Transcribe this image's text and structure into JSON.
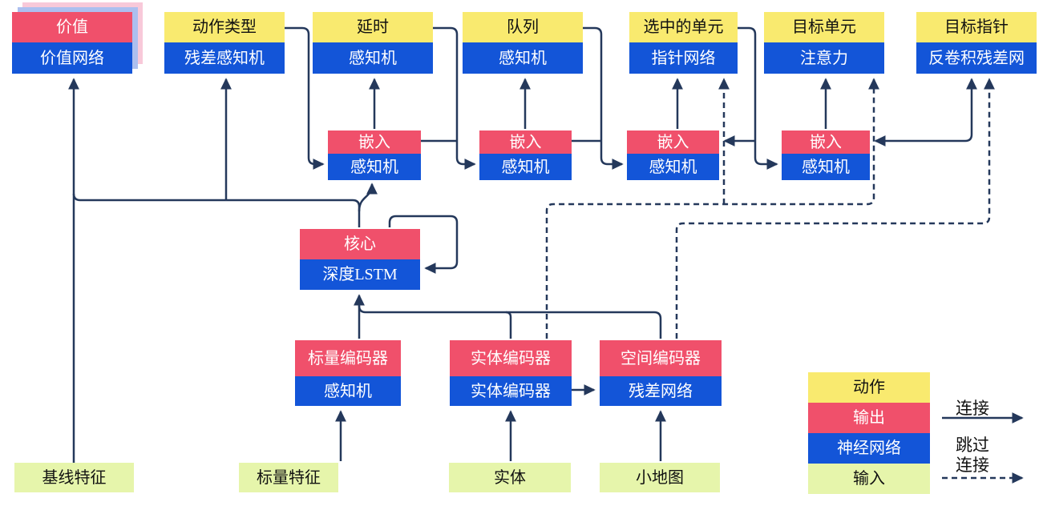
{
  "diagram_title": "AlphaStar-style agent architecture (Chinese)",
  "colors": {
    "action_yellow": "#F9EA6F",
    "output_red": "#F0506B",
    "network_blue": "#1355D8",
    "input_green": "#E6F5AB",
    "wire_navy": "#24385B",
    "value_shadow_pink": "#F8C9D9",
    "value_shadow_blue": "#ACBFEF"
  },
  "nodes": {
    "value": {
      "top": "价值",
      "bottom": "价值网络"
    },
    "action_type": {
      "top": "动作类型",
      "bottom": "残差感知机"
    },
    "delay": {
      "top": "延时",
      "bottom": "感知机"
    },
    "queue": {
      "top": "队列",
      "bottom": "感知机"
    },
    "selected_units": {
      "top": "选中的单元",
      "bottom": "指针网络"
    },
    "target_unit": {
      "top": "目标单元",
      "bottom": "注意力"
    },
    "target_point": {
      "top": "目标指针",
      "bottom": "反卷积残差网"
    },
    "embed": {
      "top": "嵌入",
      "bottom": "感知机"
    },
    "core": {
      "top": "核心",
      "bottom": "深度LSTM"
    },
    "scalar_encoder": {
      "top": "标量编码器",
      "bottom": "感知机"
    },
    "entity_encoder": {
      "top": "实体编码器",
      "bottom": "实体编码器"
    },
    "spatial_encoder": {
      "top": "空间编码器",
      "bottom": "残差网络"
    },
    "baseline_features": {
      "label": "基线特征"
    },
    "scalar_features": {
      "label": "标量特征"
    },
    "entities": {
      "label": "实体"
    },
    "minimap": {
      "label": "小地图"
    }
  },
  "legend": {
    "action": "动作",
    "output": "输出",
    "neural_network": "神经网络",
    "input": "输入",
    "connection": "连接",
    "skip_line1": "跳过",
    "skip_line2": "连接"
  }
}
